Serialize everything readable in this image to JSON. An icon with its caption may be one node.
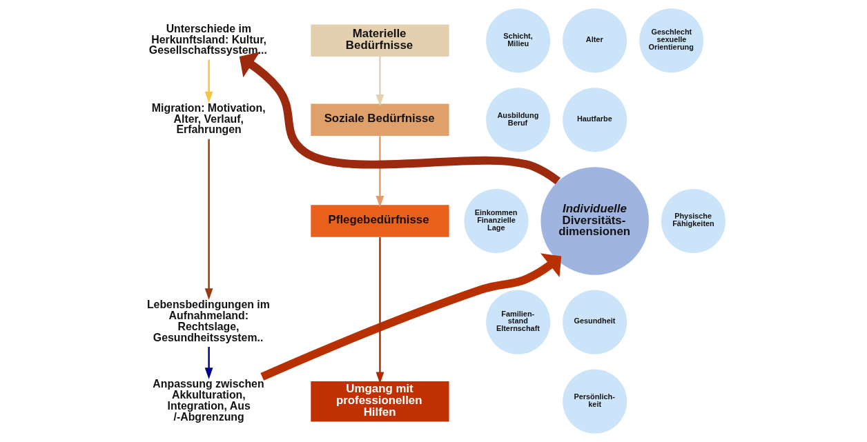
{
  "diagram": {
    "nodes": [
      {
        "text": [
          "Unterschiede im Herkunftsland: Kultur, Gesellschaftssystem..."
        ]
      },
      {
        "text": [
          "Migration: Motivation, Alter, Verlauf, Erfahrungen"
        ]
      },
      {
        "text": [
          "Lebensbedingungen im Aufnahmeland: Rechtslage, Gesundheitssystem.."
        ]
      },
      {
        "text": [
          "Anpassung zwischen Akkulturation, Integration, Aus /-Abgrenzung"
        ]
      },
      {
        "text": [
          "Materielle Bedürfnisse"
        ]
      },
      {
        "text": [
          "Soziale Bedürfnisse"
        ]
      },
      {
        "text": [
          "Pflegebedürfnisse"
        ]
      },
      {
        "text": [
          "Umgang mit professionellen Hilfen"
        ]
      },
      {
        "text": [
          "Individuelle",
          "Diversitäts- dimensionen"
        ]
      },
      {
        "text": [
          "Alter"
        ]
      },
      {
        "text": [
          "Geschlecht sexuelle Orientierung"
        ]
      },
      {
        "text": [
          "Hautfarbe"
        ]
      },
      {
        "text": [
          "Physische Fähigkeiten"
        ]
      },
      {
        "text": [
          "Gesundheit"
        ]
      },
      {
        "text": [
          "Persönlich- keit"
        ]
      },
      {
        "text": [
          "Familien- stand Elternschaft"
        ]
      },
      {
        "text": [
          "Einkommen Finanzielle Lage"
        ]
      },
      {
        "text": [
          "Ausbildung Beruf"
        ]
      },
      {
        "text": [
          "Schicht, Milieu"
        ]
      }
    ],
    "edges": [
      {
        "from": 0,
        "to": 1,
        "arrow": "to",
        "color": "#f5c542"
      },
      {
        "from": 1,
        "to": 2,
        "arrow": "to",
        "color": "#9b3a0e"
      },
      {
        "from": 2,
        "to": 3,
        "arrow": "to",
        "color": "#00008b"
      },
      {
        "from": 4,
        "to": 5,
        "arrow": "to",
        "color": "#e4cfae"
      },
      {
        "from": 5,
        "to": 6,
        "arrow": "to",
        "color": "#e39b6a"
      },
      {
        "from": 6,
        "to": 7,
        "arrow": "to",
        "color": "#b22a00"
      },
      {
        "from": 3,
        "to": 8,
        "arrow": "to",
        "style": "thick",
        "color": "#b83000"
      },
      {
        "from": 8,
        "to": 0,
        "arrow": "to",
        "style": "thick",
        "color": "#9b2a0e"
      }
    ]
  }
}
